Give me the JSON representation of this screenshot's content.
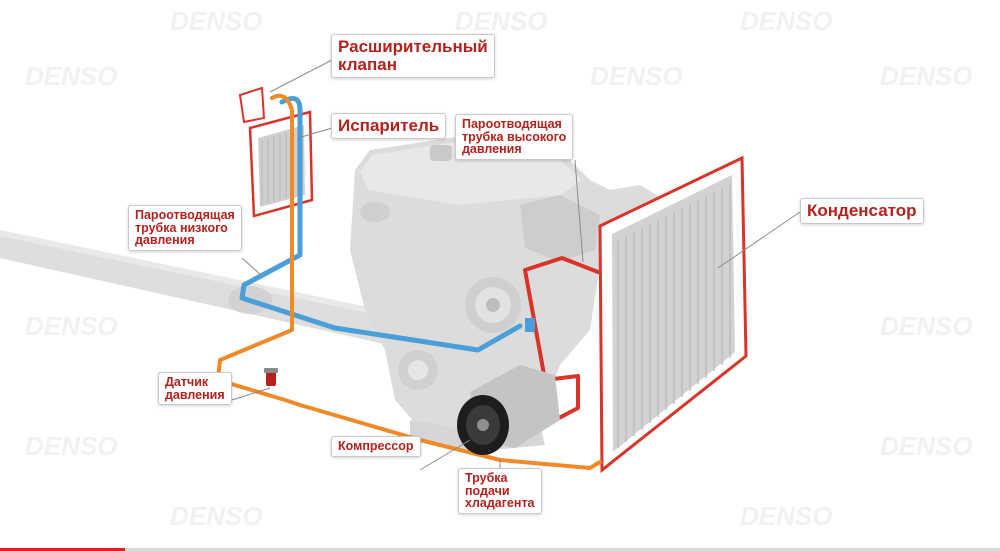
{
  "labels": {
    "expansion_valve": "Расширительный\nклапан",
    "evaporator": "Испаритель",
    "high_pressure_pipe": "Пароотводящая\nтрубка высокого\nдавления",
    "low_pressure_pipe": "Пароотводящая\nтрубка низкого\nдавления",
    "condenser": "Конденсатор",
    "pressure_sensor": "Датчик\nдавления",
    "compressor": "Компрессор",
    "refrigerant_supply_pipe": "Трубка\nподачи\nхладагента"
  },
  "watermark": "DENSO",
  "colors": {
    "label_text": "#b3221c",
    "low_pressure_line": "#4a9fd8",
    "liquid_line": "#f08a28",
    "high_pressure_line": "#d9342a",
    "progress_fill": "#e21f26"
  },
  "video_progress": 0.125
}
